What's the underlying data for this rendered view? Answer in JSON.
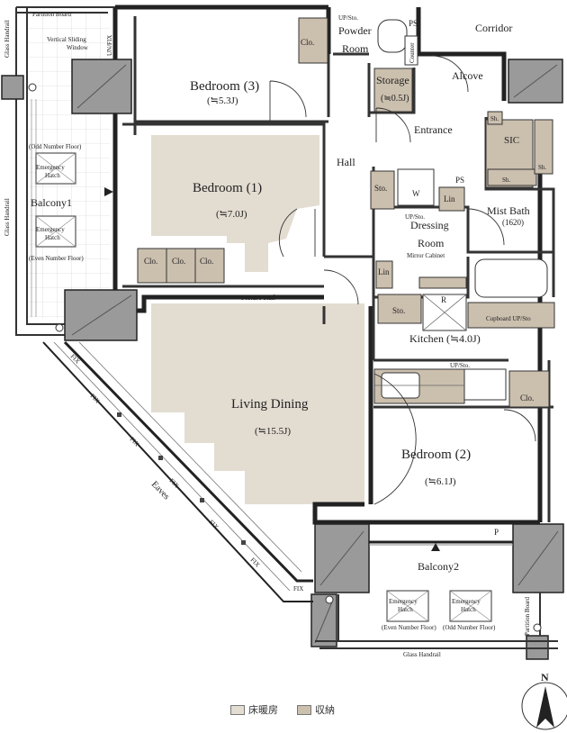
{
  "rooms": {
    "bedroom3": {
      "name": "Bedroom (3)",
      "size": "(≒5.3J)"
    },
    "bedroom1": {
      "name": "Bedroom (1)",
      "size": "(≒7.0J)"
    },
    "bedroom2": {
      "name": "Bedroom (2)",
      "size": "(≒6.1J)"
    },
    "living": {
      "name": "Living Dining",
      "size": "(≒15.5J)"
    },
    "kitchen": "Kitchen (≒4.0J)",
    "powder": [
      "Powder",
      "Room"
    ],
    "storage": {
      "name": "Storage",
      "size": "(≒0.5J)"
    },
    "dressing": [
      "Dressing",
      "Room"
    ],
    "mist_bath": {
      "name": "Mist Bath",
      "size": "(1620)"
    },
    "hall": "Hall",
    "entrance": "Entrance",
    "alcove": "Alcove",
    "corridor": "Corridor",
    "balcony1": "Balcony1",
    "balcony2": "Balcony2",
    "sic": "SIC"
  },
  "small_labels": {
    "clo": "Clo.",
    "sto": "Sto.",
    "lin": "Lin",
    "ps": "PS",
    "w": "W",
    "sh": "Sh.",
    "r": "R",
    "p": "P",
    "up_sto": "UP/Sto.",
    "counter": "Counter",
    "mirror_cabinet": "Mirror Cabinet",
    "cupboard": "Cupboard UP/Sto",
    "picture_rail": "Picture Rail",
    "partition_board": "Partition Board",
    "glass_handrail": "Glass Handrail",
    "vertical_sliding": [
      "Vertical Sliding",
      "Window"
    ],
    "un_fix": "UN/FIX",
    "fix": "FIX",
    "eaves": "Eaves",
    "emergency_hatch": [
      "Emergency",
      "Hatch"
    ],
    "odd_floor": "(Odd Number Floor)",
    "even_floor": "(Even Number Floor)",
    "north": "N"
  },
  "legend": {
    "heated": {
      "label": "床暖房",
      "color": "#e3dcd1"
    },
    "storage": {
      "label": "収納",
      "color": "#cbbfae"
    }
  }
}
